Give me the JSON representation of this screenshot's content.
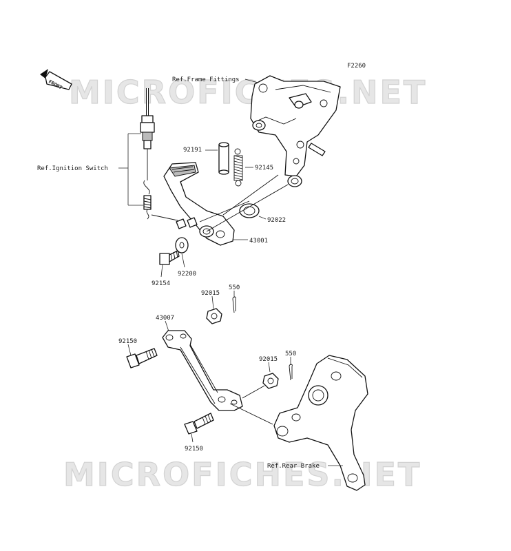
{
  "diagram": {
    "figure_code": "F2260",
    "front_label": "FRONT",
    "watermark": "MICROFICHES.NET",
    "references": {
      "frame_fittings": "Ref.Frame Fittings",
      "ignition_switch": "Ref.Ignition Switch",
      "rear_brake": "Ref.Rear Brake"
    },
    "parts": [
      {
        "id": "p92191",
        "number": "92191"
      },
      {
        "id": "p92145",
        "number": "92145"
      },
      {
        "id": "p92022",
        "number": "92022"
      },
      {
        "id": "p43001",
        "number": "43001"
      },
      {
        "id": "p92200",
        "number": "92200"
      },
      {
        "id": "p92154",
        "number": "92154"
      },
      {
        "id": "p92015a",
        "number": "92015"
      },
      {
        "id": "p550a",
        "number": "550"
      },
      {
        "id": "p43007",
        "number": "43007"
      },
      {
        "id": "p92150a",
        "number": "92150"
      },
      {
        "id": "p92015b",
        "number": "92015"
      },
      {
        "id": "p550b",
        "number": "550"
      },
      {
        "id": "p92150b",
        "number": "92150"
      }
    ]
  }
}
